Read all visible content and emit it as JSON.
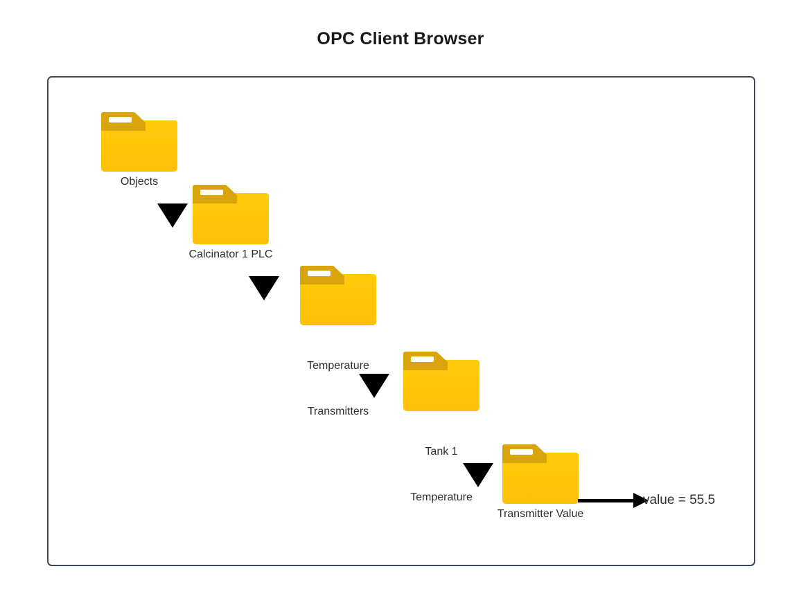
{
  "title": "OPC Client Browser",
  "colors": {
    "folder_body": "#FFC608",
    "folder_tab": "#D9A40C",
    "folder_stripe": "#FFFFFF",
    "frame_border": "#3D4852",
    "arrow": "#000000",
    "text": "#2E2E2E",
    "background": "#FFFFFF"
  },
  "diagram": {
    "type": "hierarchy-cascade",
    "icon": "folder-icon",
    "connector": "down-triangle-arrow",
    "nodes": [
      {
        "id": "objects",
        "label": "Objects",
        "label_lines": [
          "Objects"
        ]
      },
      {
        "id": "calcinator-1-plc",
        "label": "Calcinator 1 PLC",
        "label_lines": [
          "Calcinator 1 PLC"
        ]
      },
      {
        "id": "temperature-transmitters",
        "label": "Temperature Transmitters",
        "label_lines": [
          "Temperature",
          "Transmitters"
        ]
      },
      {
        "id": "tank-1-temperature",
        "label": "Tank 1 Temperature",
        "label_lines": [
          "Tank 1",
          "Temperature"
        ]
      },
      {
        "id": "transmitter-value",
        "label": "Transmitter Value",
        "label_lines": [
          "Transmitter Value"
        ]
      }
    ],
    "value_readout": {
      "text": "value = 55.5",
      "variable": "value",
      "value": "55.5"
    }
  }
}
